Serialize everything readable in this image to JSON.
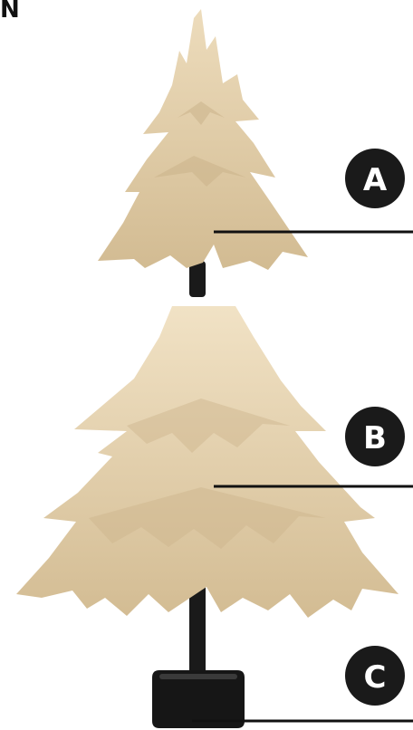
{
  "header": {
    "corner_letter": "N"
  },
  "labels": [
    {
      "letter": "A"
    },
    {
      "letter": "B"
    },
    {
      "letter": "C"
    }
  ],
  "colors": {
    "foliage_light": "#eddcbc",
    "foliage_dark": "#cdb68d",
    "pole": "#1a1a1a",
    "badge": "#1a1a1a",
    "leader_line": "#111111"
  }
}
